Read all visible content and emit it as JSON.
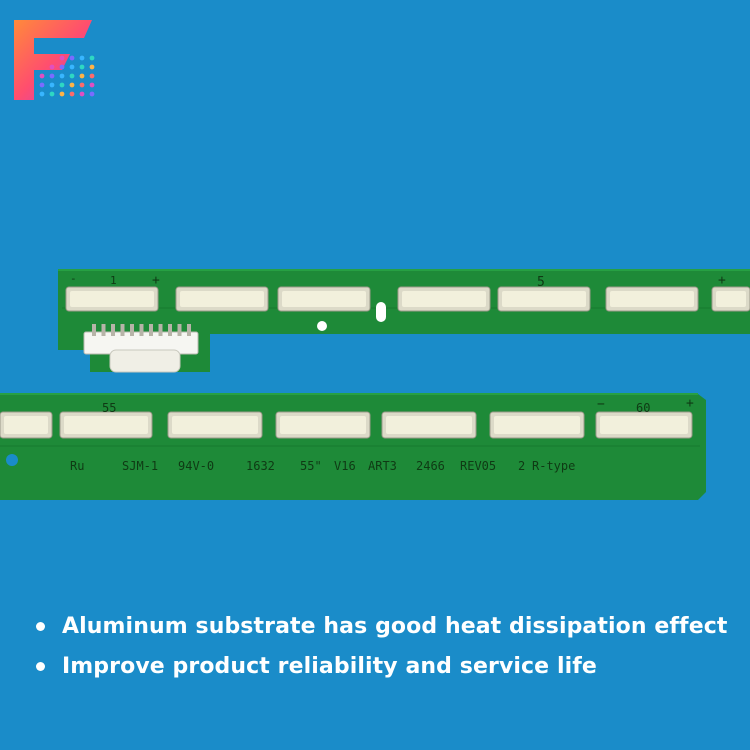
{
  "colors": {
    "background": "#1a8cc9",
    "pcb": "#1e8a38",
    "led": "#f2f0dc",
    "bullet_text": "#ffffff"
  },
  "logo": {
    "icon": "f-letter-dots-logo"
  },
  "upper_strip": {
    "marks": {
      "minus": "-",
      "pin1": "1",
      "plus": "+",
      "led_index": "5",
      "end_plus": "+"
    }
  },
  "lower_strip": {
    "marks": {
      "led_55": "55",
      "minus": "−",
      "led_60": "60",
      "plus": "+"
    },
    "silkscreen": {
      "ul_mark": "Ru",
      "part": "SJM-1",
      "rating": "94V-0",
      "date_code": "1632",
      "size": "55\"",
      "model": "V16",
      "art": "ART3",
      "code": "2466",
      "revision": "REV05",
      "variant": "2",
      "type": "R-type"
    }
  },
  "bullets": [
    {
      "text": "Aluminum substrate has good heat dissipation effect"
    },
    {
      "text": "Improve product reliability and service life"
    }
  ]
}
